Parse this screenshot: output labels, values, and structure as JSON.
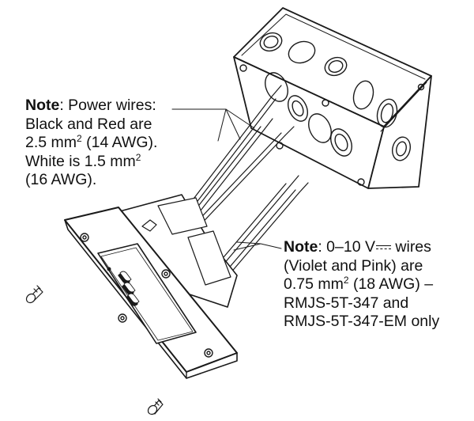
{
  "notes": {
    "power": {
      "prefix": "Note",
      "line1": ": Power wires:",
      "line2": "Black and Red are",
      "line3a": "2.5 mm",
      "line3sup": "2",
      "line3b": " (14 AWG).",
      "line4a": "White is 1.5 mm",
      "line4sup": "2",
      "line5": "(16 AWG)."
    },
    "low_voltage": {
      "prefix": "Note",
      "line1a": ": 0–10 V",
      "line1b": " wires",
      "line2": "(Violet and Pink) are",
      "line3a": "0.75 mm",
      "line3sup": "2",
      "line3b": " (18 AWG) –",
      "line4": "RMJS-5T-347 and",
      "line5": "RMJS-5T-347-EM only"
    }
  },
  "icons": [
    "junction-box",
    "control-device",
    "wire-bundle",
    "mounting-screw",
    "dc-voltage-symbol"
  ]
}
